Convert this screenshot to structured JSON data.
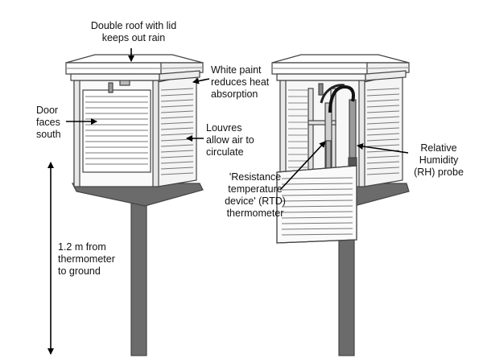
{
  "labels": {
    "roof": "Double roof with lid\nkeeps out rain",
    "paint": "White paint\nreduces heat\nabsorption",
    "door": "Door\nfaces\nsouth",
    "louvres": "Louvres\nallow air to\ncirculate",
    "height": "1.2 m from\nthermometer\nto ground",
    "rtd": "'Resistance\ntemperature\ndevice' (RTD)\nthermometer",
    "rh": "Relative\nHumidity\n(RH) probe"
  }
}
